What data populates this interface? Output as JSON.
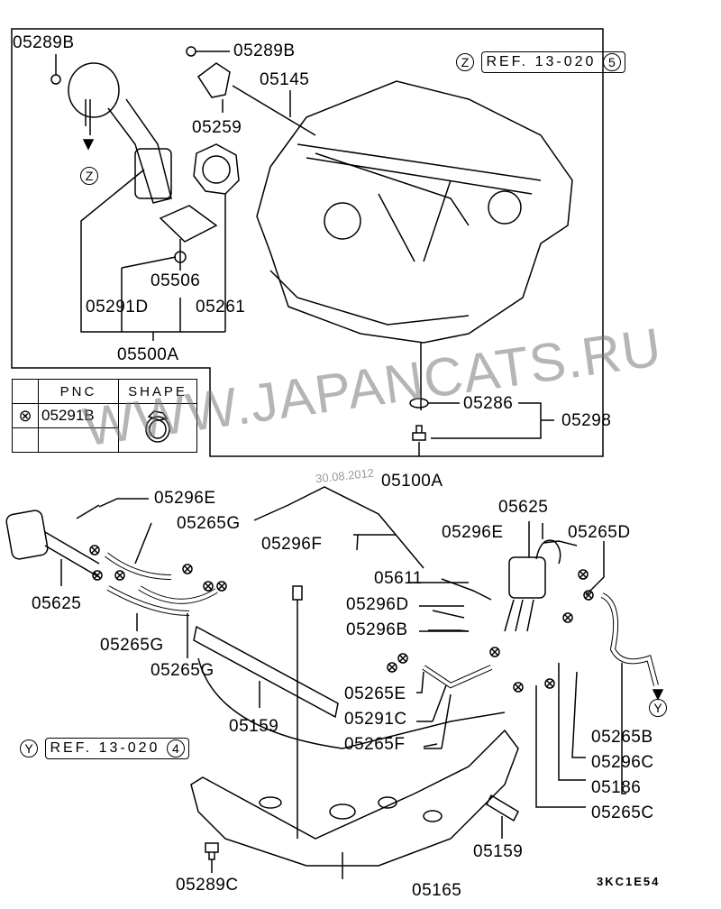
{
  "diagram": {
    "title": "Fuel tank parts diagram",
    "diagram_code": "3KC1E54",
    "watermark": "WWW.JAPANCATS.RU",
    "date_stamp": "30.08.2012",
    "references": [
      {
        "marker": "Z",
        "text": "REF. 13-020",
        "index": "5"
      },
      {
        "marker": "Y",
        "text": "REF. 13-020",
        "index": "4"
      }
    ],
    "callouts": {
      "z": "Z",
      "y": "Y"
    },
    "pnc_table": {
      "headers": [
        "",
        "PNC",
        "SHAPE"
      ],
      "rows": [
        {
          "symbol": "⊗",
          "pnc": "05291B",
          "shape": "hose-clamp"
        },
        {
          "symbol": "",
          "pnc": "",
          "shape": ""
        }
      ]
    },
    "labels": {
      "l05289B_a": "05289B",
      "l05289B_b": "05289B",
      "l05145": "05145",
      "l05259": "05259",
      "l05506": "05506",
      "l05291D": "05291D",
      "l05261": "05261",
      "l05500A": "05500A",
      "l05286": "05286",
      "l05298": "05298",
      "l05100A": "05100A",
      "l05296E_a": "05296E",
      "l05265G_a": "05265G",
      "l05296F": "05296F",
      "l05625_a": "05625",
      "l05265G_b": "05265G",
      "l05265G_c": "05265G",
      "l05625_b": "05625",
      "l05296E_b": "05296E",
      "l05265D": "05265D",
      "l05611": "05611",
      "l05296D": "05296D",
      "l05296B": "05296B",
      "l05265E": "05265E",
      "l05291C": "05291C",
      "l05265F": "05265F",
      "l05159_a": "05159",
      "l05265B": "05265B",
      "l05296C": "05296C",
      "l05186": "05186",
      "l05265C": "05265C",
      "l05159_b": "05159",
      "l05289C": "05289C",
      "l05165": "05165"
    }
  }
}
